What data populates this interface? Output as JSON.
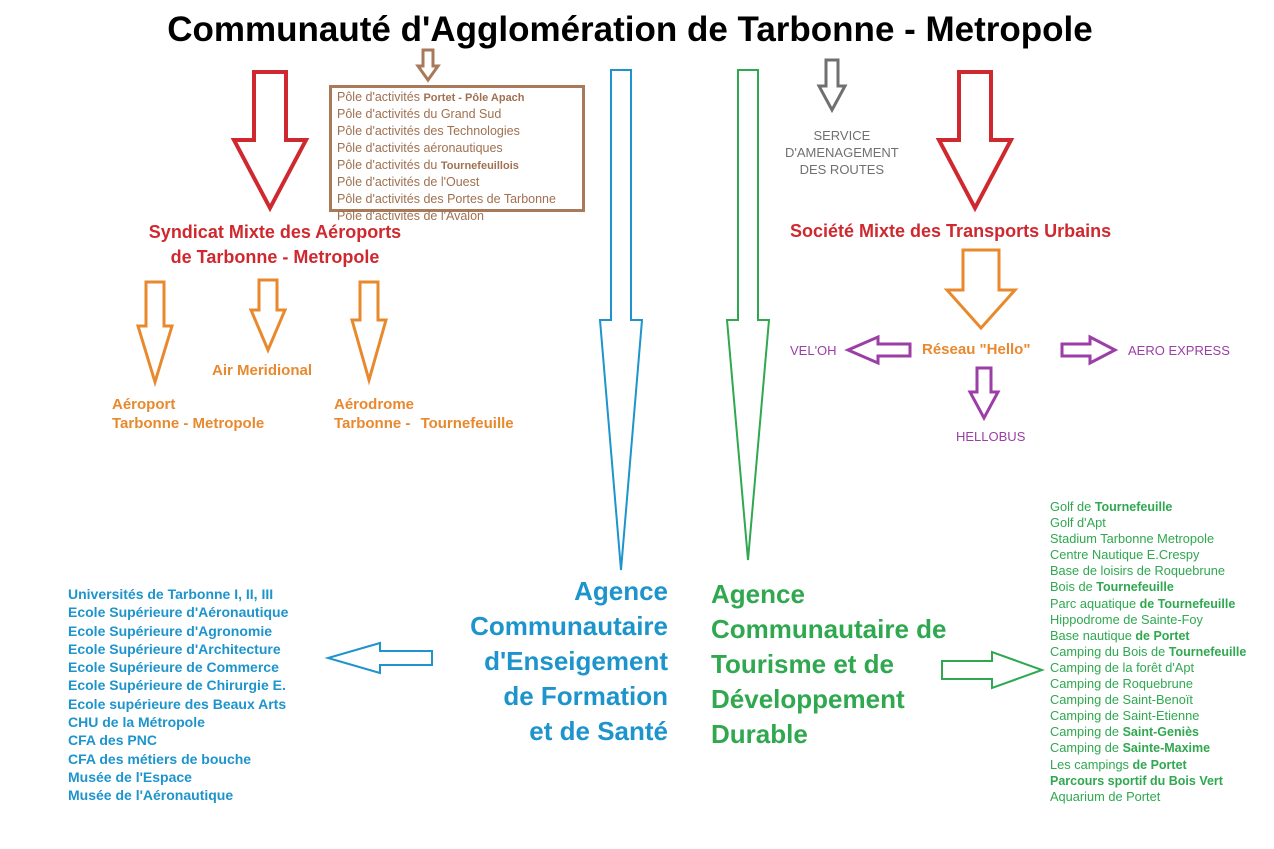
{
  "title": "Communauté d'Agglomération de Tarbonne - Metropole",
  "poles": [
    {
      "a": "Pôle d'activités ",
      "b": "Portet - Pôle Apach"
    },
    {
      "a": "Pôle d'activités du Grand Sud",
      "b": ""
    },
    {
      "a": "Pôle d'activités des Technologies",
      "b": ""
    },
    {
      "a": "Pôle d'activités aéronautiques",
      "b": ""
    },
    {
      "a": "Pôle d'activités du ",
      "b": "Tournefeuillois"
    },
    {
      "a": "Pôle d'activités de l'Ouest",
      "b": ""
    },
    {
      "a": "Pôle d'activités des Portes de Tarbonne",
      "b": ""
    },
    {
      "a": "Pôle d'activités de l'Avalon",
      "b": ""
    }
  ],
  "service": [
    "SERVICE",
    "D'AMENAGEMENT",
    "DES ROUTES"
  ],
  "syndicat": [
    "Syndicat Mixte des Aéroports",
    "de Tarbonne - Metropole"
  ],
  "air_meridional": "Air Meridional",
  "aeroport": [
    "Aéroport",
    "Tarbonne - Metropole"
  ],
  "aerodrome": [
    "Aérodrome",
    "Tarbonne - ",
    "Tournefeuille"
  ],
  "societe": "Société Mixte des Transports Urbains",
  "reseau": "Réseau \"Hello\"",
  "veloh": "VEL'OH",
  "aero_express": "AERO EXPRESS",
  "hellobus": "HELLOBUS",
  "agence_ens": [
    "Agence",
    "Communautaire",
    "d'Enseigement",
    "de Formation",
    "et de Santé"
  ],
  "agence_tour": [
    "Agence",
    "Communautaire de",
    "Tourisme et de",
    "Développement",
    "Durable"
  ],
  "education": [
    "Universités de Tarbonne I, II, III",
    "Ecole Supérieure d'Aéronautique",
    "Ecole Supérieure d'Agronomie",
    "Ecole Supérieure d'Architecture",
    "Ecole Supérieure de Commerce",
    "Ecole Supérieure de Chirurgie E.",
    "Ecole supérieure des Beaux Arts",
    "CHU de la Métropole",
    "CFA des PNC",
    "CFA des métiers de bouche",
    "Musée de l'Espace",
    "Musée de l'Aéronautique"
  ],
  "tourism": [
    {
      "a": "Golf de ",
      "b": "Tournefeuille"
    },
    {
      "a": "Golf d'Apt",
      "b": ""
    },
    {
      "a": "Stadium Tarbonne Metropole",
      "b": ""
    },
    {
      "a": "Centre Nautique E.Crespy",
      "b": ""
    },
    {
      "a": "Base de loisirs de Roquebrune",
      "b": ""
    },
    {
      "a": "Bois de ",
      "b": "Tournefeuille"
    },
    {
      "a": "Parc aquatique ",
      "b": "de Tournefeuille"
    },
    {
      "a": "Hippodrome de Sainte-Foy",
      "b": ""
    },
    {
      "a": "Base nautique ",
      "b": "de Portet"
    },
    {
      "a": "Camping du Bois de ",
      "b": "Tournefeuille"
    },
    {
      "a": "Camping de la forêt d'Apt",
      "b": ""
    },
    {
      "a": "Camping de Roquebrune",
      "b": ""
    },
    {
      "a": "Camping de Saint-Benoït",
      "b": ""
    },
    {
      "a": "Camping de Saint-Etienne",
      "b": ""
    },
    {
      "a": "Camping de ",
      "b": "Saint-Geniès"
    },
    {
      "a": "Camping de ",
      "b": "Sainte-Maxime"
    },
    {
      "a": "Les campings ",
      "b": "de Portet"
    },
    {
      "a": "",
      "b": "Parcours sportif du Bois Vert"
    },
    {
      "a": "Aquarium de Portet",
      "b": ""
    }
  ],
  "colors": {
    "red": "#d0282f",
    "orange": "#e8892e",
    "purple": "#9b3ea6",
    "blue": "#1d94cc",
    "green": "#2fa84f",
    "brown": "#a87a5a",
    "gray": "#707070"
  }
}
